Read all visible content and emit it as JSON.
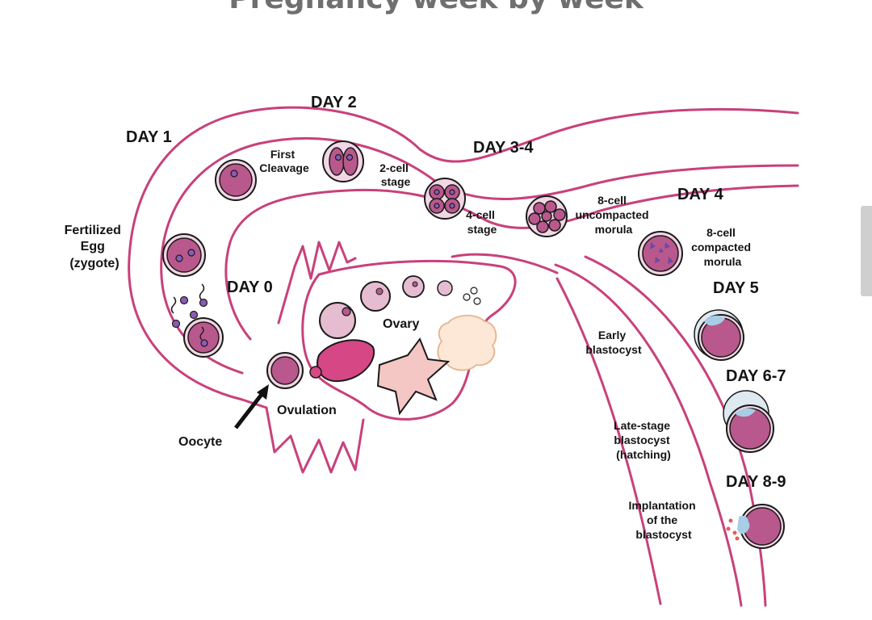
{
  "page": {
    "title": "Pregnancy week by week"
  },
  "diagram": {
    "days": {
      "day0": "DAY 0",
      "day1": "DAY 1",
      "day2": "DAY 2",
      "day34": "DAY 3-4",
      "day4": "DAY 4",
      "day5": "DAY 5",
      "day67": "DAY 6-7",
      "day89": "DAY 8-9"
    },
    "labels": {
      "fertilized": [
        "Fertilized",
        "Egg",
        "(zygote)"
      ],
      "first_cleavage": [
        "First",
        "Cleavage"
      ],
      "two_cell": [
        "2-cell",
        "stage"
      ],
      "four_cell": [
        "4-cell",
        "stage"
      ],
      "eight_uncompacted": [
        "8-cell",
        "uncompacted",
        "morula"
      ],
      "eight_compacted": [
        "8-cell",
        "compacted",
        "morula"
      ],
      "early_blastocyst": [
        "Early",
        "blastocyst"
      ],
      "late_blastocyst": [
        "Late-stage",
        "blastocyst",
        "(hatching)"
      ],
      "implantation": [
        "Implantation",
        "of the",
        "blastocyst"
      ],
      "ovary": "Ovary",
      "ovulation": "Ovulation",
      "oocyte": "Oocyte"
    },
    "colors": {
      "tube": "#c8417b",
      "cell_core": "#b9588c",
      "cell_ring": "#f2d6e4",
      "nucleus": "#8a5bb5",
      "blastocyst_cap": "#a8cde6",
      "title": "#6f6f6f"
    }
  }
}
